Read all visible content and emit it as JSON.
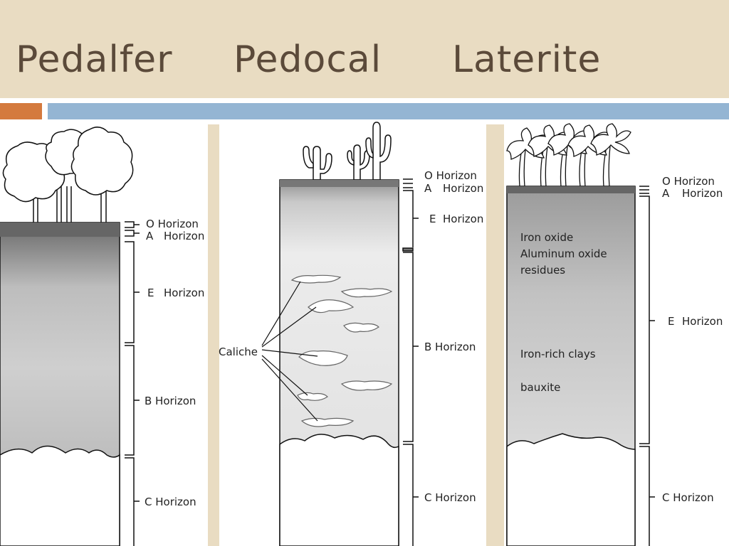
{
  "slide": {
    "titles": [
      "Pedalfer",
      "Pedocal",
      "Laterite"
    ],
    "colors": {
      "header_bg": "#e9dcc2",
      "accent_orange": "#d47a3e",
      "accent_blue": "#94b5d3",
      "title_text": "#5b4a3a"
    }
  },
  "profiles": {
    "pedalfer": {
      "o": "O Horizon",
      "a": "A",
      "a2": "Horizon",
      "e": "E",
      "e2": "Horizon",
      "b": "B Horizon",
      "c": "C Horizon"
    },
    "pedocal": {
      "o": "O Horizon",
      "a": "A",
      "a2": "Horizon",
      "e": "E",
      "e2": "Horizon",
      "b": "B Horizon",
      "c": "C Horizon",
      "caliche": "Caliche"
    },
    "laterite": {
      "o": "O Horizon",
      "a": "A",
      "a2": "Horizon",
      "e": "E",
      "e2": "Horizon",
      "c": "C Horizon",
      "notes": [
        "Iron oxide",
        "Aluminum oxide",
        "residues",
        "Iron-rich clays",
        "bauxite"
      ]
    }
  }
}
